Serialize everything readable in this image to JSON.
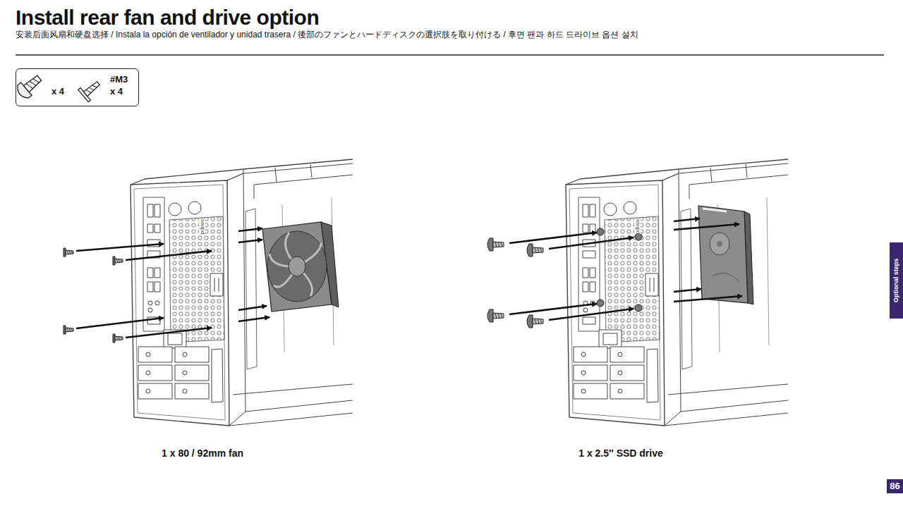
{
  "diagram": {
    "title": "Install rear fan and drive option",
    "nodes": [
      {
        "text": [
          "x 4",
          "#M3",
          "x 4"
        ]
      },
      {
        "text": [
          "Optional steps"
        ]
      },
      {
        "text": [
          "86"
        ]
      }
    ],
    "labels": [
      "安装后面风扇和硬盘选择 / Instala la opción de ventilador y unidad trasera / 後部のファンとハードディスクの選択肢を取り付ける / 후면 팬과 하드 드라이브 옵션 설치",
      "ssupd",
      "ssupd",
      "1 x 80 / 92mm fan",
      "1 x 2.5″ SSD drive"
    ]
  }
}
